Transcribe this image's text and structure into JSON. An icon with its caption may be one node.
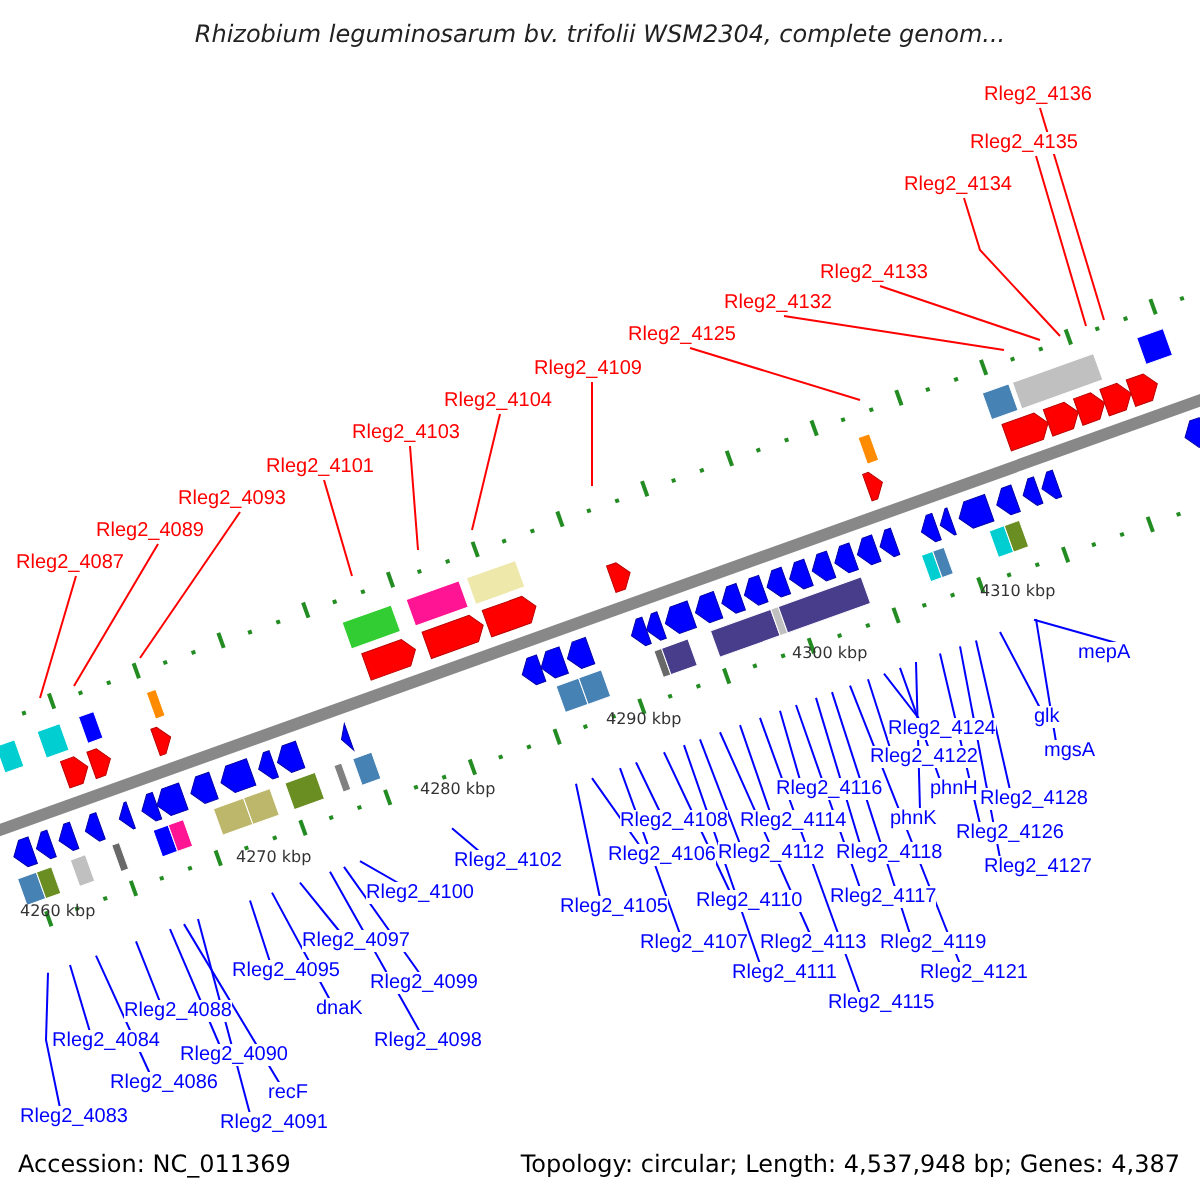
{
  "diagram": {
    "title": "Rhizobium leguminosarum bv. trifolii WSM2304, complete genom...",
    "nodes": [
      {
        "text": [
          "Rleg2_4136"
        ]
      },
      {
        "text": [
          "Rleg2_4135"
        ]
      },
      {
        "text": [
          "Rleg2_4134"
        ]
      },
      {
        "text": [
          "Rleg2_4133"
        ]
      },
      {
        "text": [
          "Rleg2_4132"
        ]
      },
      {
        "text": [
          "Rleg2_4125"
        ]
      },
      {
        "text": [
          "Rleg2_4109"
        ]
      },
      {
        "text": [
          "Rleg2_4104"
        ]
      },
      {
        "text": [
          "Rleg2_4103"
        ]
      },
      {
        "text": [
          "Rleg2_4101"
        ]
      },
      {
        "text": [
          "Rleg2_4093"
        ]
      },
      {
        "text": [
          "Rleg2_4089"
        ]
      },
      {
        "text": [
          "Rleg2_4087"
        ]
      },
      {
        "text": [
          "mepA"
        ]
      },
      {
        "text": [
          "glk"
        ]
      },
      {
        "text": [
          "Rleg2_4124"
        ]
      },
      {
        "text": [
          "mgsA"
        ]
      },
      {
        "text": [
          "Rleg2_4122"
        ]
      },
      {
        "text": [
          "Rleg2_4116"
        ]
      },
      {
        "text": [
          "phnH"
        ]
      },
      {
        "text": [
          "Rleg2_4128"
        ]
      },
      {
        "text": [
          "phnK"
        ]
      },
      {
        "text": [
          "Rleg2_4108"
        ]
      },
      {
        "text": [
          "Rleg2_4114"
        ]
      },
      {
        "text": [
          "Rleg2_4126"
        ]
      },
      {
        "text": [
          "Rleg2_4106"
        ]
      },
      {
        "text": [
          "Rleg2_4112"
        ]
      },
      {
        "text": [
          "Rleg2_4118"
        ]
      },
      {
        "text": [
          "Rleg2_4102"
        ]
      },
      {
        "text": [
          "Rleg2_4127"
        ]
      },
      {
        "text": [
          "Rleg2_4100"
        ]
      },
      {
        "text": [
          "Rleg2_4117"
        ]
      },
      {
        "text": [
          "Rleg2_4110"
        ]
      },
      {
        "text": [
          "Rleg2_4105"
        ]
      },
      {
        "text": [
          "Rleg2_4097"
        ]
      },
      {
        "text": [
          "Rleg2_4107"
        ]
      },
      {
        "text": [
          "Rleg2_4113"
        ]
      },
      {
        "text": [
          "Rleg2_4119"
        ]
      },
      {
        "text": [
          "Rleg2_4095"
        ]
      },
      {
        "text": [
          "Rleg2_4111"
        ]
      },
      {
        "text": [
          "Rleg2_4121"
        ]
      },
      {
        "text": [
          "Rleg2_4099"
        ]
      },
      {
        "text": [
          "Rleg2_4115"
        ]
      },
      {
        "text": [
          "dnaK"
        ]
      },
      {
        "text": [
          "Rleg2_4088"
        ]
      },
      {
        "text": [
          "Rleg2_4098"
        ]
      },
      {
        "text": [
          "Rleg2_4084"
        ]
      },
      {
        "text": [
          "Rleg2_4090"
        ]
      },
      {
        "text": [
          "Rleg2_4086"
        ]
      },
      {
        "text": [
          "recF"
        ]
      },
      {
        "text": [
          "Rleg2_4083"
        ]
      },
      {
        "text": [
          "Rleg2_4091"
        ]
      }
    ],
    "edges": [
      {
        "from": 0,
        "to": null,
        "arrow": "none",
        "color": "#ff0000"
      },
      {
        "from": 1,
        "to": null,
        "arrow": "none",
        "color": "#ff0000"
      },
      {
        "from": 2,
        "to": null,
        "arrow": "none",
        "color": "#ff0000"
      },
      {
        "from": 3,
        "to": null,
        "arrow": "none",
        "color": "#ff0000"
      },
      {
        "from": 4,
        "to": null,
        "arrow": "none",
        "color": "#ff0000"
      },
      {
        "from": 5,
        "to": null,
        "arrow": "none",
        "color": "#ff0000"
      },
      {
        "from": 6,
        "to": null,
        "arrow": "none",
        "color": "#ff0000"
      },
      {
        "from": 7,
        "to": null,
        "arrow": "none",
        "color": "#ff0000"
      },
      {
        "from": 8,
        "to": null,
        "arrow": "none",
        "color": "#ff0000"
      },
      {
        "from": 9,
        "to": null,
        "arrow": "none",
        "color": "#ff0000"
      },
      {
        "from": 10,
        "to": null,
        "arrow": "none",
        "color": "#ff0000"
      },
      {
        "from": 11,
        "to": null,
        "arrow": "none",
        "color": "#ff0000"
      },
      {
        "from": 12,
        "to": null,
        "arrow": "none",
        "color": "#ff0000"
      },
      {
        "from": 13,
        "to": null,
        "arrow": "none"
      },
      {
        "from": 14,
        "to": null,
        "arrow": "none"
      },
      {
        "from": 15,
        "to": null,
        "arrow": "none"
      },
      {
        "from": 16,
        "to": null,
        "arrow": "none"
      },
      {
        "from": 17,
        "to": null,
        "arrow": "none"
      },
      {
        "from": 18,
        "to": null,
        "arrow": "none"
      },
      {
        "from": 19,
        "to": null,
        "arrow": "none"
      },
      {
        "from": 20,
        "to": null,
        "arrow": "none"
      },
      {
        "from": 21,
        "to": null,
        "arrow": "none"
      },
      {
        "from": 22,
        "to": null,
        "arrow": "none"
      },
      {
        "from": 23,
        "to": null,
        "arrow": "none"
      },
      {
        "from": 24,
        "to": null,
        "arrow": "none"
      },
      {
        "from": 25,
        "to": null,
        "arrow": "none"
      },
      {
        "from": 26,
        "to": null,
        "arrow": "none"
      },
      {
        "from": 27,
        "to": null,
        "arrow": "none"
      },
      {
        "from": 28,
        "to": null,
        "arrow": "none"
      },
      {
        "from": 29,
        "to": null,
        "arrow": "none"
      },
      {
        "from": 30,
        "to": null,
        "arrow": "none"
      },
      {
        "from": 31,
        "to": null,
        "arrow": "none"
      },
      {
        "from": 32,
        "to": null,
        "arrow": "none"
      },
      {
        "from": 33,
        "to": null,
        "arrow": "none"
      },
      {
        "from": 34,
        "to": null,
        "arrow": "none"
      },
      {
        "from": 35,
        "to": null,
        "arrow": "none"
      },
      {
        "from": 36,
        "to": null,
        "arrow": "none"
      },
      {
        "from": 37,
        "to": null,
        "arrow": "none"
      },
      {
        "from": 38,
        "to": null,
        "arrow": "none"
      },
      {
        "from": 39,
        "to": null,
        "arrow": "none"
      },
      {
        "from": 40,
        "to": null,
        "arrow": "none"
      },
      {
        "from": 41,
        "to": null,
        "arrow": "none"
      },
      {
        "from": 42,
        "to": null,
        "arrow": "none"
      },
      {
        "from": 43,
        "to": null,
        "arrow": "none"
      },
      {
        "from": 44,
        "to": null,
        "arrow": "none"
      },
      {
        "from": 45,
        "to": null,
        "arrow": "none"
      },
      {
        "from": 46,
        "to": null,
        "arrow": "none"
      },
      {
        "from": 47,
        "to": null,
        "arrow": "none"
      },
      {
        "from": 48,
        "to": null,
        "arrow": "none"
      },
      {
        "from": 49,
        "to": null,
        "arrow": "none"
      },
      {
        "from": 50,
        "to": null,
        "arrow": "none"
      },
      {
        "from": 51,
        "to": null,
        "arrow": "none"
      }
    ],
    "labels": [
      "4310 kbp",
      "4300 kbp",
      "4290 kbp",
      "4280 kbp",
      "4270 kbp",
      "4260 kbp",
      "Accession: NC_011369",
      "Topology: circular; Length: 4,537,948 bp; Genes: 4,387"
    ]
  }
}
